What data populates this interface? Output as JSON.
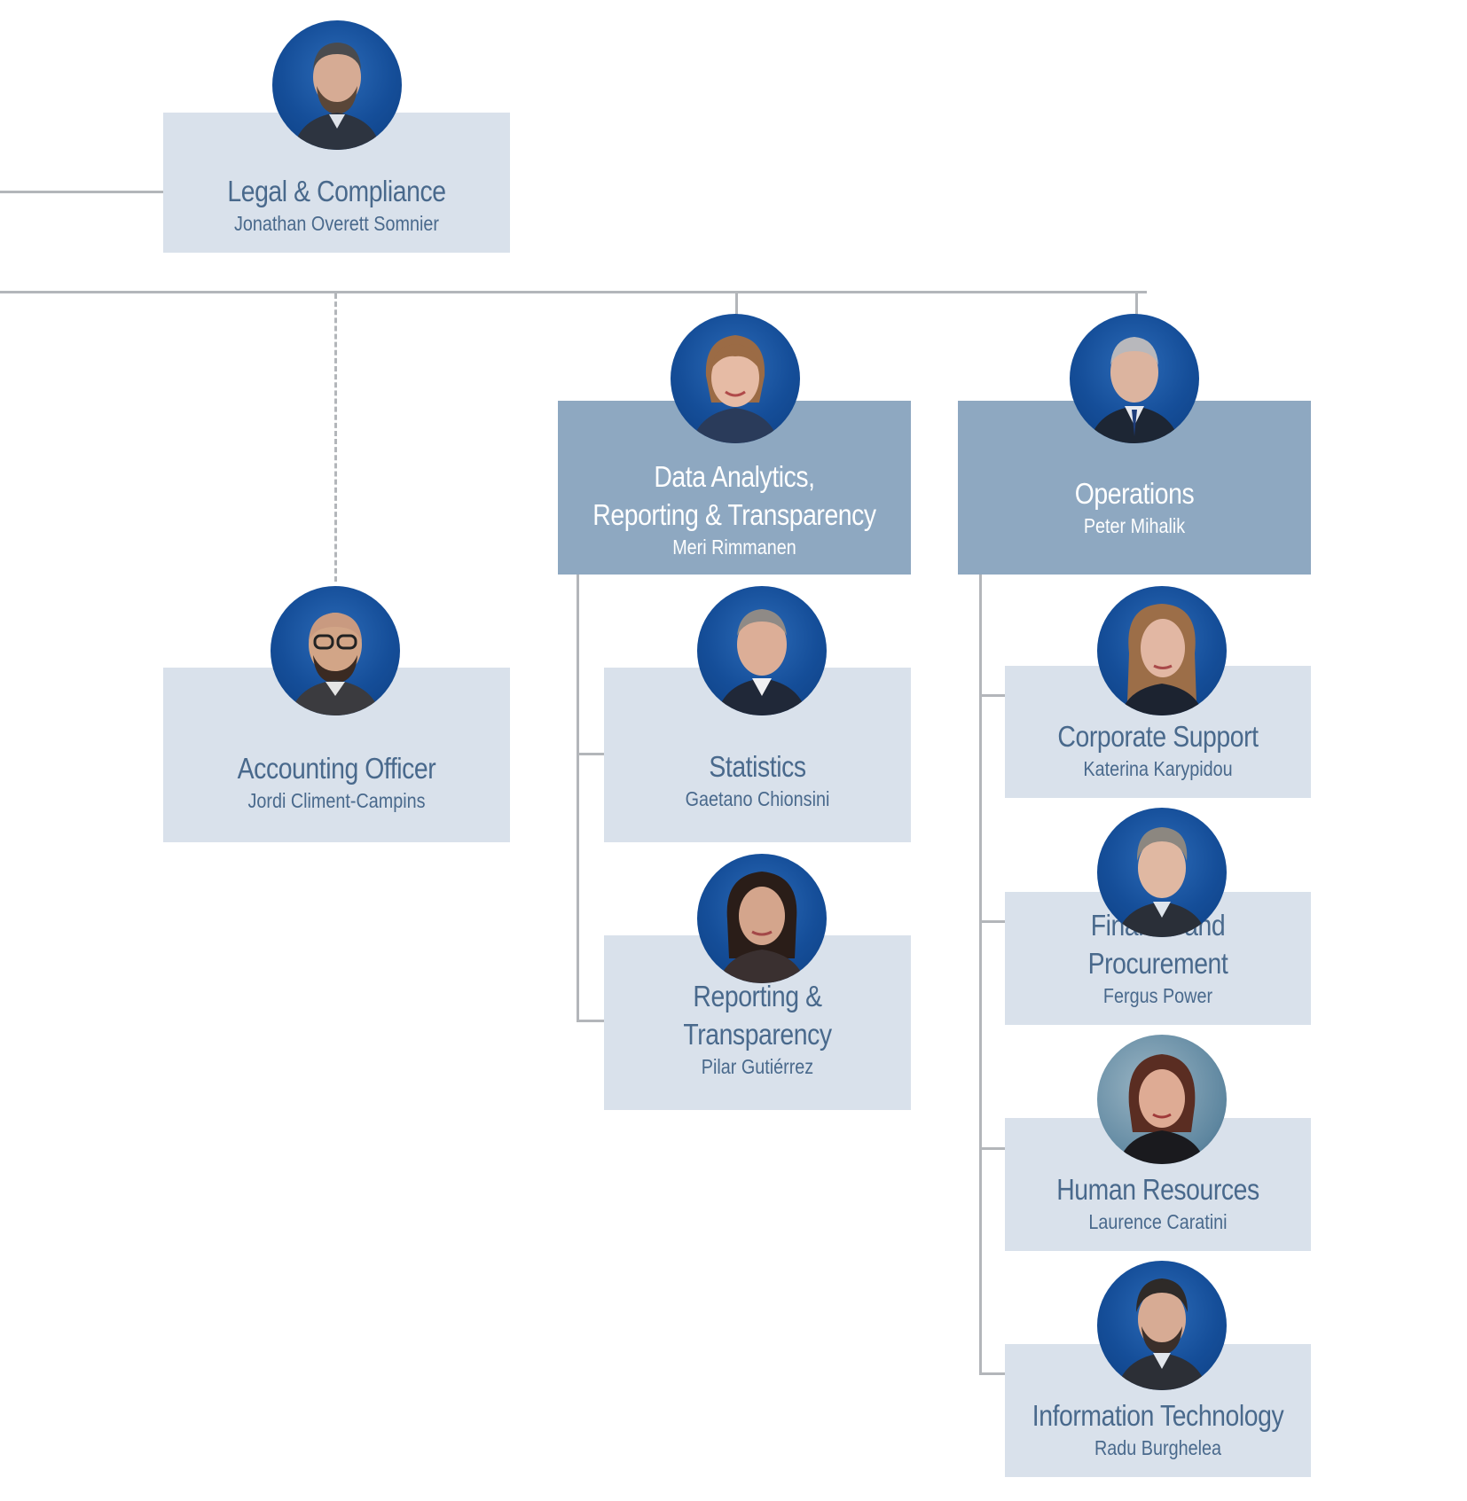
{
  "colors": {
    "light_box": "#d9e1eb",
    "dark_box": "#8ea8c1",
    "text_blue": "#49698c",
    "connector": "#b3b6ba",
    "avatar_bg": "#1a56a4"
  },
  "nodes": {
    "legal": {
      "title": "Legal & Compliance",
      "name": "Jonathan Overett Somnier",
      "portrait": "portrait-man-beard"
    },
    "accounting": {
      "title": "Accounting Officer",
      "name": "Jordi Climent-Campins",
      "portrait": "portrait-man-glasses"
    },
    "data_analytics": {
      "title_line1": "Data Analytics,",
      "title_line2": "Reporting & Transparency",
      "name": "Meri Rimmanen",
      "portrait": "portrait-woman"
    },
    "operations": {
      "title": "Operations",
      "name": "Peter Mihalik",
      "portrait": "portrait-man"
    },
    "statistics": {
      "title": "Statistics",
      "name": "Gaetano Chionsini",
      "portrait": "portrait-man"
    },
    "reporting": {
      "title": "Reporting & Transparency",
      "name": "Pilar Gutiérrez",
      "portrait": "portrait-woman"
    },
    "corporate_support": {
      "title": "Corporate Support",
      "name": "Katerina Karypidou",
      "portrait": "portrait-woman"
    },
    "finance": {
      "title": "Finance and Procurement",
      "name": "Fergus Power",
      "portrait": "portrait-man"
    },
    "hr": {
      "title": "Human Resources",
      "name": "Laurence Caratini",
      "portrait": "portrait-woman"
    },
    "it": {
      "title": "Information Technology",
      "name": "Radu Burghelea",
      "portrait": "portrait-man-beard"
    }
  }
}
